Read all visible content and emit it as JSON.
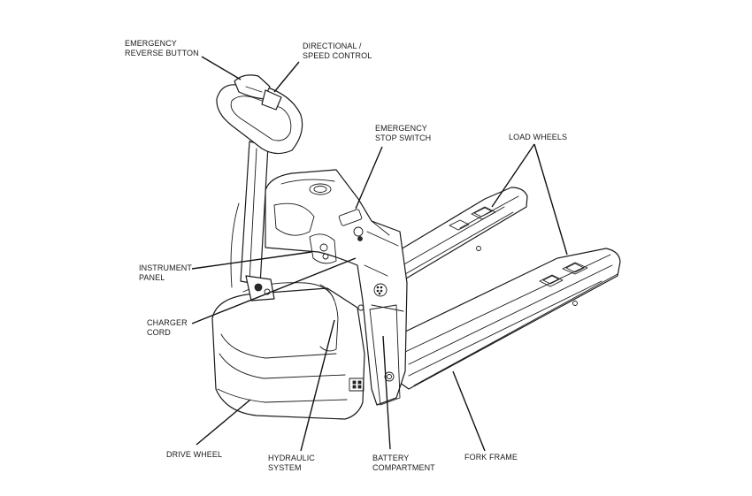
{
  "labels": {
    "emergency_reverse": [
      "EMERGENCY",
      "REVERSE BUTTON"
    ],
    "directional_speed": [
      "DIRECTIONAL /",
      "SPEED CONTROL"
    ],
    "emergency_stop": [
      "EMERGENCY",
      "STOP SWITCH"
    ],
    "load_wheels": [
      "LOAD WHEELS"
    ],
    "instrument_panel": [
      "INSTRUMENT",
      "PANEL"
    ],
    "charger_cord": [
      "CHARGER",
      "CORD"
    ],
    "drive_wheel": [
      "DRIVE WHEEL"
    ],
    "hydraulic_system": [
      "HYDRAULIC",
      "SYSTEM"
    ],
    "battery_compartment": [
      "BATTERY",
      "COMPARTMENT"
    ],
    "fork_frame": [
      "FORK FRAME"
    ]
  }
}
